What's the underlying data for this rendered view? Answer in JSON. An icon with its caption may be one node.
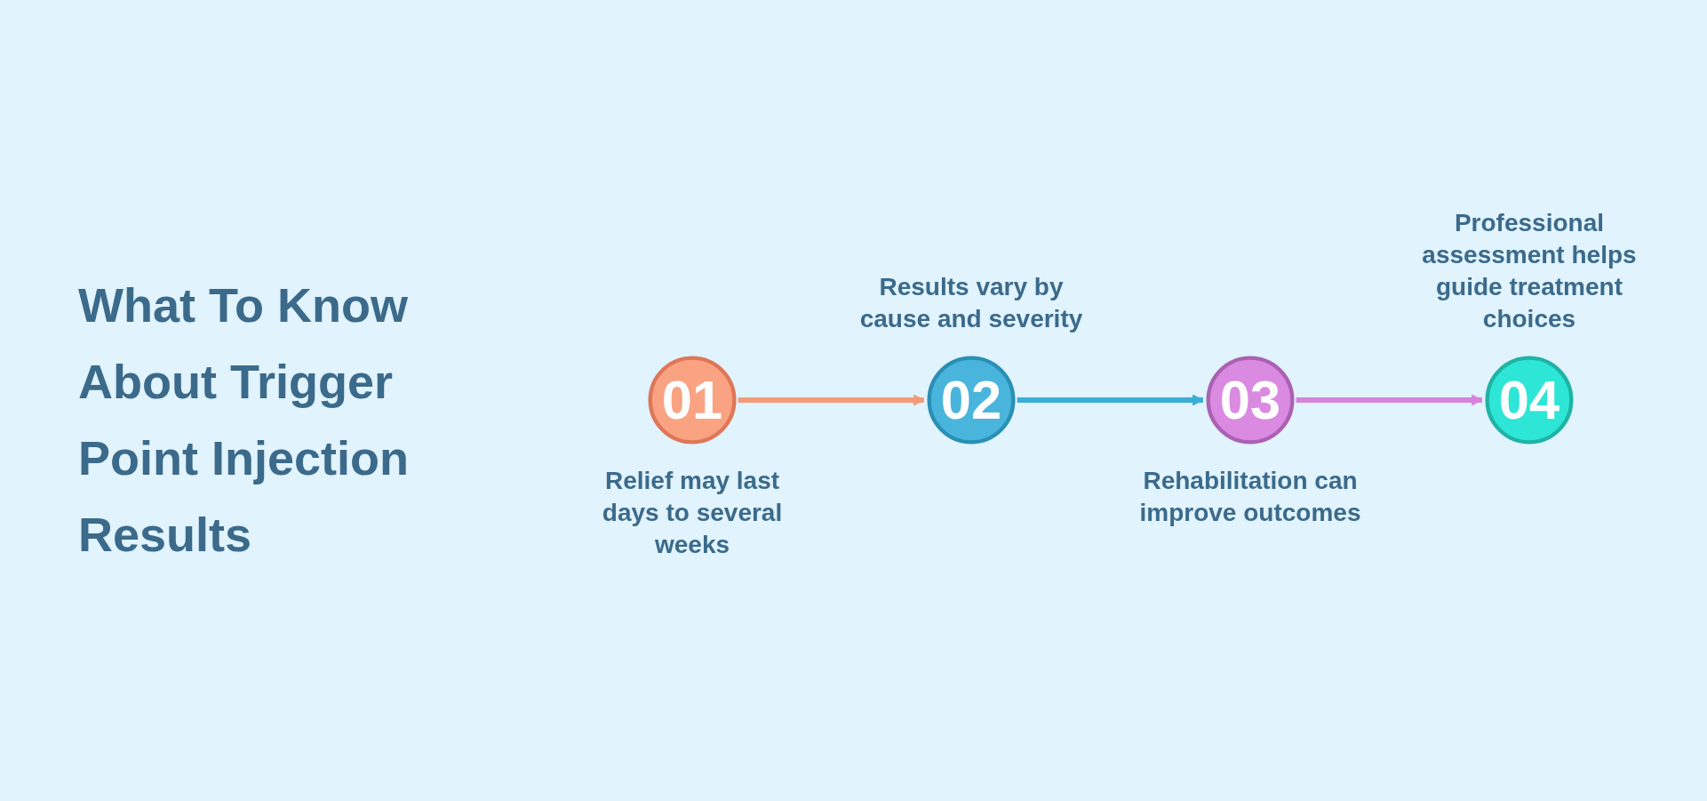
{
  "diagram": {
    "title": "What To Know About Trigger Point Injection Results",
    "nodes": [
      {
        "text": [
          "01"
        ],
        "beside": [
          "Relief may last days to several weeks"
        ]
      },
      {
        "text": [
          "02"
        ],
        "beside": [
          "Results vary by cause and severity"
        ]
      },
      {
        "text": [
          "03"
        ],
        "beside": [
          "Rehabilitation can improve outcomes"
        ]
      },
      {
        "text": [
          "04"
        ],
        "beside": [
          "Professional assessment helps guide treatment choices"
        ]
      }
    ],
    "edges": [
      {
        "from": 0,
        "to": 1,
        "arrow": "to",
        "color": "#f59a78"
      },
      {
        "from": 1,
        "to": 2,
        "arrow": "to",
        "color": "#3aaed6"
      },
      {
        "from": 2,
        "to": 3,
        "arrow": "to",
        "color": "#d583dc"
      }
    ]
  }
}
